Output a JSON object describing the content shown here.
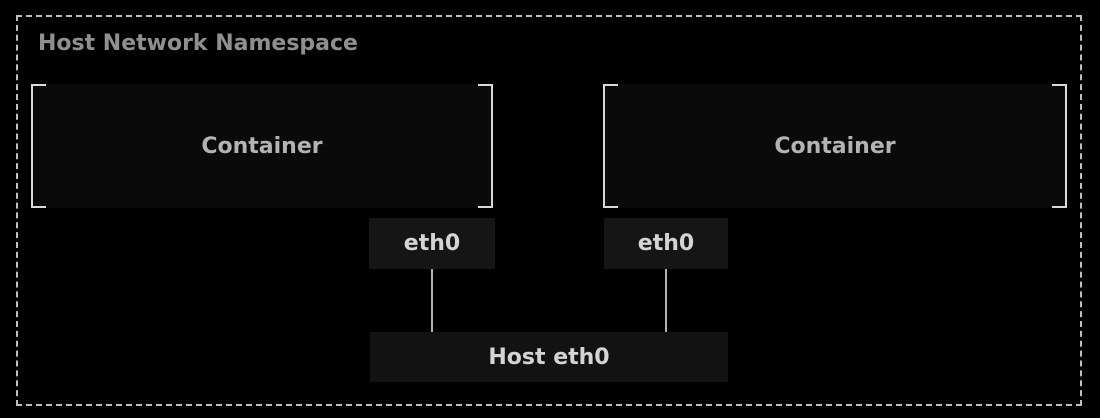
{
  "diagram": {
    "title": "Host Network Namespace",
    "containers": [
      {
        "id": "container-1",
        "label": "Container",
        "interface": {
          "label": "eth0"
        }
      },
      {
        "id": "container-2",
        "label": "Container",
        "interface": {
          "label": "eth0"
        }
      }
    ],
    "host_interface": {
      "label": "Host eth0"
    },
    "connections": [
      {
        "from": "container-1-eth0",
        "to": "host-eth0"
      },
      {
        "from": "container-2-eth0",
        "to": "host-eth0"
      }
    ],
    "colors": {
      "background": "#000000",
      "namespace_border": "#bfbfbf",
      "title_text": "#8f8f8f",
      "container_fill": "#0a0a0a",
      "container_text": "#b3b3b3",
      "bracket": "#d9d9d9",
      "interface_fill": "#151515",
      "interface_text": "#d4d4d4",
      "host_fill": "#121212",
      "connector_line": "#b0b0b0"
    }
  }
}
